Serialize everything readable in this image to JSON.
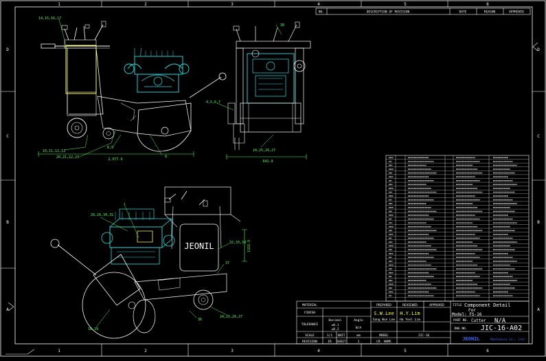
{
  "colors": {
    "background": "#000000",
    "frame": "#ffffff",
    "cyan": "#29e0e6",
    "yellow": "#ffff33",
    "green": "#55ff55",
    "blue": "#3b6cff"
  },
  "grid": {
    "top_numbers": [
      "1",
      "2",
      "3",
      "4",
      "5",
      "6"
    ],
    "side_letters": [
      "D",
      "C",
      "B",
      "A"
    ]
  },
  "revision_header": {
    "no": "NO.",
    "description": "DESCRIPTION OF REVISION",
    "date": "DATE",
    "reason": "REASON",
    "approved": "APPROVED"
  },
  "callouts": {
    "side_top": "14,15,16,17",
    "side_bottom_left_1": "10,11,12,13",
    "side_bottom_left_2": "20,21,22,23",
    "side_small_1": "8,9",
    "side_small_2": "8",
    "side_dim": "2,077.9",
    "front_top": "38",
    "front_left": "4,5,6,7",
    "front_bottom": "24,25,26,27",
    "front_dim": "641.9",
    "iso_1": "1",
    "iso_2": "28,29,30,31",
    "iso_3": "32,33,34",
    "iso_4": "37",
    "iso_5": "18,19",
    "iso_6": "36",
    "iso_7": "24,25,26,27",
    "iso_vert": "1332.9"
  },
  "machine_brand_label": "JEONIL",
  "title_block": {
    "material": "MATERIAL",
    "finish": "FINISH",
    "tolerance": "TOLERANCE",
    "decimal": "Decimal",
    "angle": "Angle",
    "tol_vals_1": "±0.1",
    "tol_vals_2": "±0.2",
    "tol_na": "N/A",
    "scale": "SCALE",
    "scale_val": "1/1",
    "unit": "UNIT",
    "unit_val": "mm",
    "revision": "REVISION",
    "revision_val": "IR",
    "sheet": "SHEET",
    "sheet_val": "1",
    "prepared": "PREPARED",
    "reviewed": "REVIEWED",
    "approved": "APPROVED",
    "prep_sign": "S.W.Lee",
    "rev_sign": "H.Y.Lim",
    "prep_name": "Sang Won Lee",
    "rev_name": "Ha Yeol Lim",
    "title_label": "TITLE",
    "title_val": "Component Detail",
    "for_label": "For",
    "model_line": "Model: FS-16",
    "cutter_line": "Cutter",
    "part_no_label": "PART NO.",
    "part_no_val": "N/A",
    "model_label": "MODEL",
    "model_val": "JIC-16",
    "cr_name": "CR. NAME",
    "dwg_no_label": "DWG NO.",
    "dwg_no_val": "JIC-16-A02",
    "company_logo": "JEONIL",
    "company_rest": "Machinery Co., Ltd."
  }
}
